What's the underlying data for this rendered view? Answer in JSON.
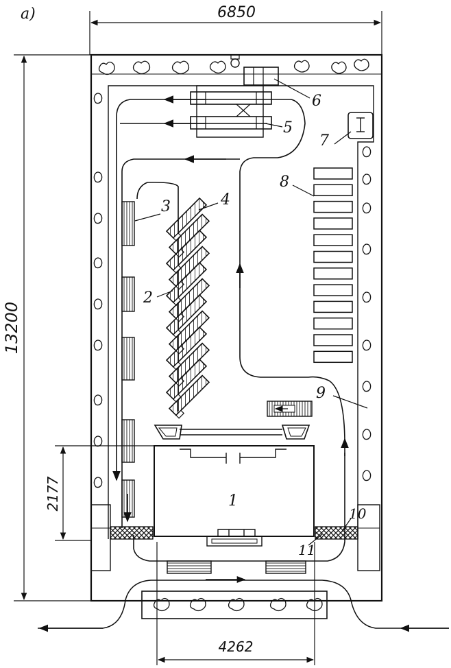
{
  "panel_label": "a)",
  "dimensions": {
    "overall_width": "6850",
    "overall_height": "13200",
    "sub_height": "2177",
    "bottom_width": "4262"
  },
  "callouts": [
    "1",
    "2",
    "3",
    "4",
    "5",
    "6",
    "7",
    "8",
    "9",
    "10",
    "11"
  ]
}
